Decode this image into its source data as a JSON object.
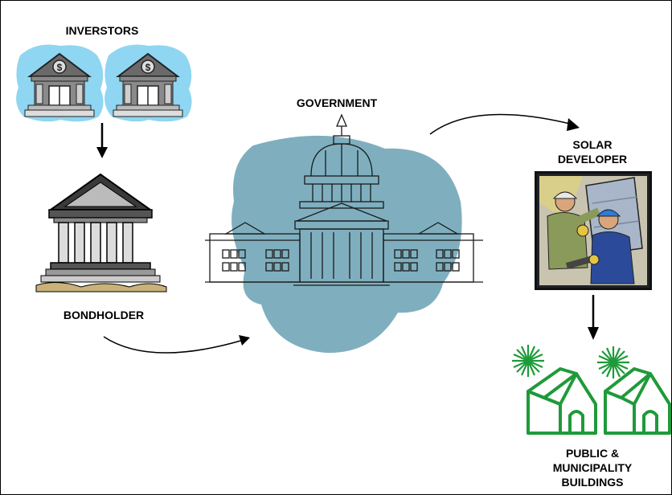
{
  "labels": {
    "investors": "INVERSTORS",
    "bondholder": "BONDHOLDER",
    "government": "GOVERNMENT",
    "solar_developer_line1": "SOLAR",
    "solar_developer_line2": "DEVELOPER",
    "buildings_line1": "PUBLIC &",
    "buildings_line2": "MUNICIPALITY",
    "buildings_line3": "BUILDINGS"
  },
  "icons": {
    "investor_bank": "bank-dollar-icon",
    "bondholder": "bank-columns-icon",
    "government": "capitol-building-icon",
    "developer": "construction-workers-icon",
    "buildings": "house-icon",
    "burst": "starburst-icon"
  },
  "colors": {
    "cloud_blue": "#8fd6f2",
    "blob_teal": "#7fafbf",
    "house_green": "#1f9a3a",
    "worker_panel_dark": "#1e2228",
    "arrow": "#000000"
  }
}
